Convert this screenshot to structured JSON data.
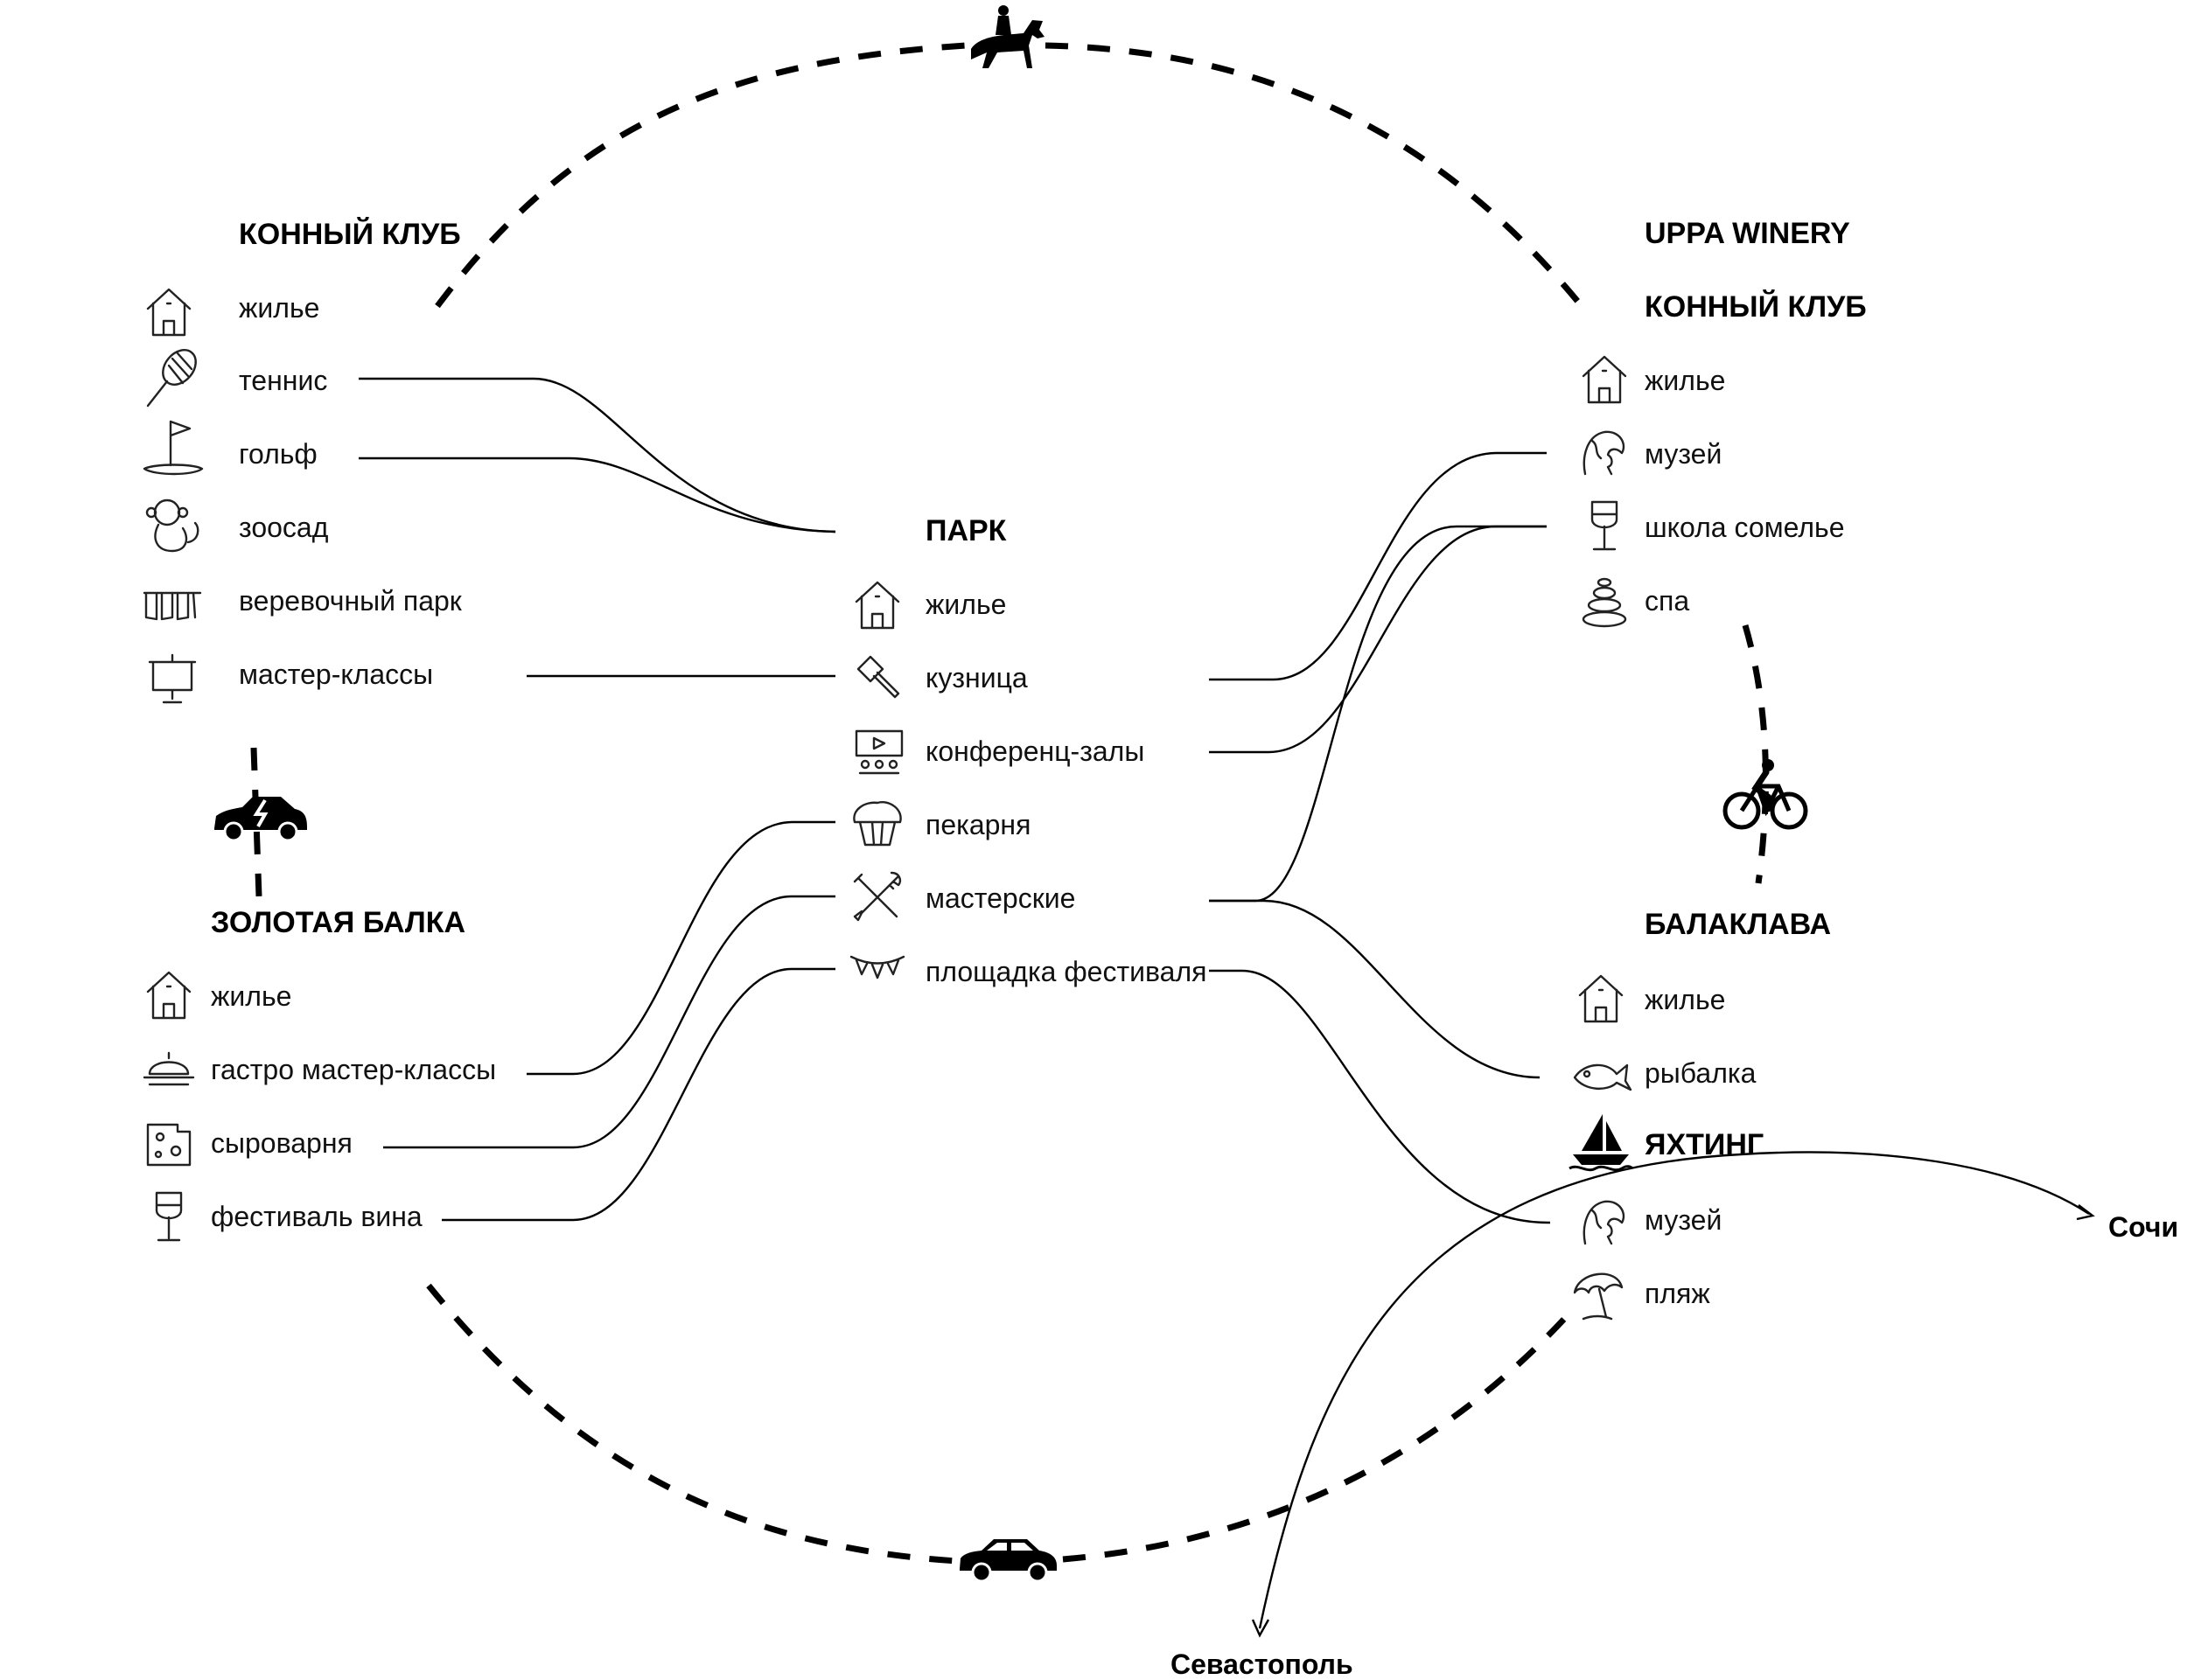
{
  "left_top_group": {
    "title": "КОННЫЙ КЛУБ",
    "items": [
      "жилье",
      "теннис",
      "гольф",
      "зоосад",
      "веревочный парк",
      "мастер-классы"
    ]
  },
  "left_bottom_group": {
    "title": "ЗОЛОТАЯ БАЛКА",
    "items": [
      "жилье",
      "гастро мастер-классы",
      "сыроварня",
      "фестиваль вина"
    ]
  },
  "center_group": {
    "title": "ПАРК",
    "items": [
      "жилье",
      "кузница",
      "конференц-залы",
      "пекарня",
      "мастерские",
      "площадка фестиваля"
    ]
  },
  "right_top_group": {
    "title_1": "UPPA WINERY",
    "title_2": "КОННЫЙ КЛУБ",
    "items": [
      "жилье",
      "музей",
      "школа сомелье",
      "спа"
    ]
  },
  "right_bottom_group": {
    "title": "БАЛАКЛАВА",
    "items": [
      "жилье",
      "рыбалка"
    ],
    "subtitle": "ЯХТИНГ",
    "items_2": [
      "музей",
      "пляж"
    ]
  },
  "destinations": {
    "east": "Сочи",
    "south": "Севастополь"
  },
  "transport_icons": [
    "horse-rider-icon",
    "electric-car-icon",
    "bicycle-icon",
    "car-icon"
  ]
}
